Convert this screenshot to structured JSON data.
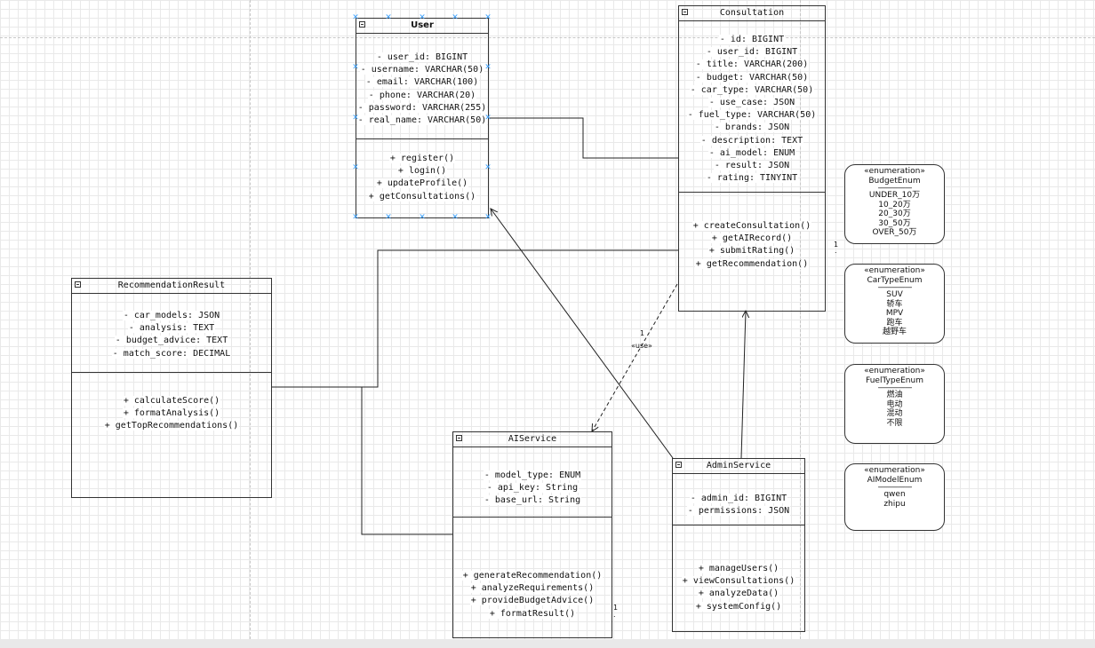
{
  "classes": {
    "user": {
      "title": "User",
      "attributes": [
        "- user_id: BIGINT",
        "- username: VARCHAR(50)",
        "- email: VARCHAR(100)",
        "- phone: VARCHAR(20)",
        "- password: VARCHAR(255)",
        "- real_name: VARCHAR(50)"
      ],
      "methods": [
        "+ register()",
        "+ login()",
        "+ updateProfile()",
        "+ getConsultations()"
      ]
    },
    "consultation": {
      "title": "Consultation",
      "attributes": [
        "- id: BIGINT",
        "- user_id: BIGINT",
        "- title: VARCHAR(200)",
        "- budget: VARCHAR(50)",
        "- car_type: VARCHAR(50)",
        "- use_case: JSON",
        "- fuel_type: VARCHAR(50)",
        "- brands: JSON",
        "- description: TEXT",
        "- ai_model: ENUM",
        "- result: JSON",
        "- rating: TINYINT"
      ],
      "methods": [
        "+ createConsultation()",
        "+ getAIRecord()",
        "+ submitRating()",
        "+ getRecommendation()"
      ]
    },
    "recommendation": {
      "title": "RecommendationResult",
      "attributes": [
        "- car_models: JSON",
        "- analysis: TEXT",
        "- budget_advice: TEXT",
        "- match_score: DECIMAL"
      ],
      "methods": [
        "+ calculateScore()",
        "+ formatAnalysis()",
        "+ getTopRecommendations()"
      ]
    },
    "aiservice": {
      "title": "AIService",
      "attributes": [
        "- model_type: ENUM",
        "- api_key: String",
        "- base_url: String"
      ],
      "methods": [
        "+ generateRecommendation()",
        "+ analyzeRequirements()",
        "+ provideBudgetAdvice()",
        "+ formatResult()"
      ]
    },
    "adminservice": {
      "title": "AdminService",
      "attributes": [
        "- admin_id: BIGINT",
        "- permissions: JSON"
      ],
      "methods": [
        "+ manageUsers()",
        "+ viewConsultations()",
        "+ analyzeData()",
        "+ systemConfig()"
      ]
    }
  },
  "enums": {
    "budget": {
      "stereotype": "«enumeration»",
      "name": "BudgetEnum",
      "dashes": "--------------------",
      "values": [
        "UNDER_10万",
        "10_20万",
        "20_30万",
        "30_50万",
        "OVER_50万"
      ]
    },
    "cartype": {
      "stereotype": "«enumeration»",
      "name": "CarTypeEnum",
      "dashes": "--------------------",
      "values": [
        "SUV",
        "轿车",
        "MPV",
        "跑车",
        "越野车"
      ]
    },
    "fueltype": {
      "stereotype": "«enumeration»",
      "name": "FuelTypeEnum",
      "dashes": "--------------------",
      "values": [
        "燃油",
        "电动",
        "混动",
        "不限"
      ]
    },
    "aimodel": {
      "stereotype": "«enumeration»",
      "name": "AIModelEnum",
      "dashes": "--------------------",
      "values": [
        "qwen",
        "zhipu"
      ]
    }
  },
  "labels": {
    "consult_multiplicity": "1",
    "use_multiplicity": "1",
    "use_stereotype": "«use»",
    "ai_multiplicity": "1",
    "dot": "."
  }
}
